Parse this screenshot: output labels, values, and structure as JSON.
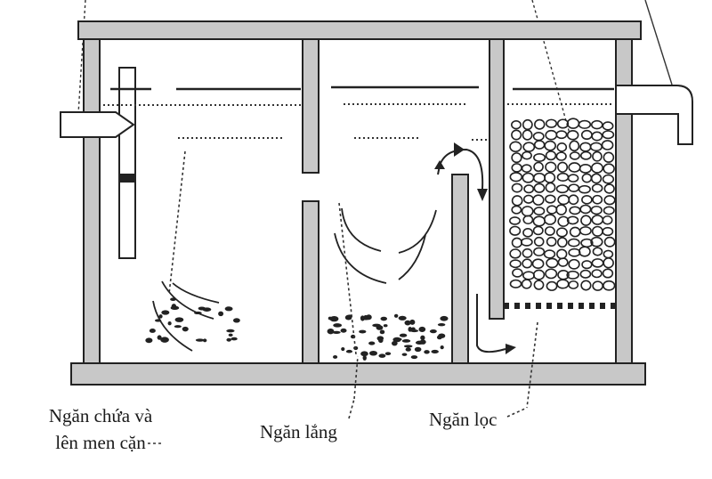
{
  "diagram": {
    "labels": {
      "storage_line1": "Ngăn chứa và",
      "storage_line2": "lên men cặn",
      "settling": "Ngăn lắng",
      "filter": "Ngăn lọc"
    },
    "colors": {
      "frame_fill": "#c8c8c8",
      "stroke": "#222222",
      "background": "#ffffff"
    }
  }
}
